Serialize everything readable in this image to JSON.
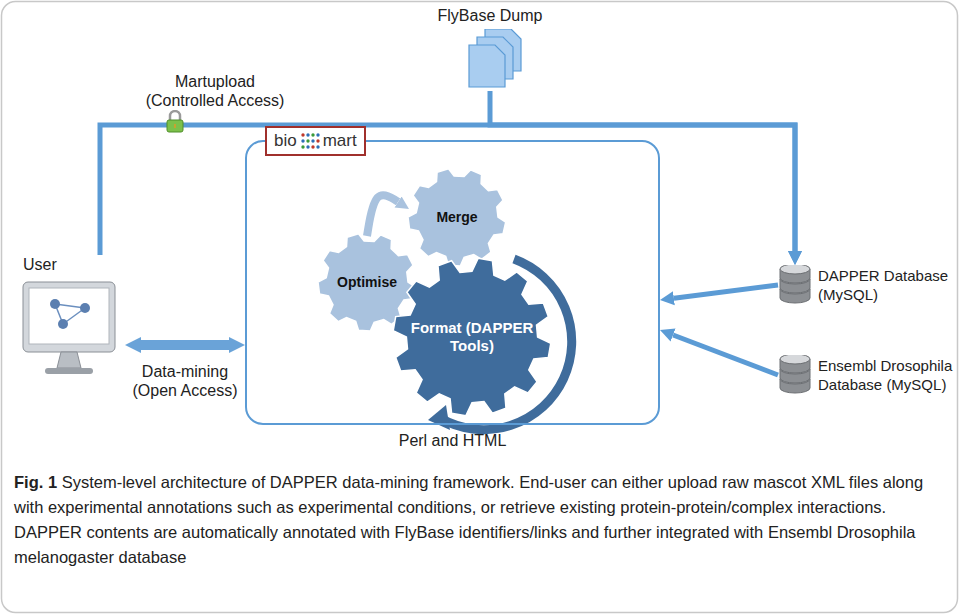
{
  "diagram": {
    "caption": "Fig. 1 System-level architecture of DAPPER data-mining framework. End-user can either upload raw mascot XML files along with experimental annotations such as experimental conditions, or retrieve existing protein-protein/complex interactions. DAPPER contents are automatically annotated with FlyBase identifiers/links and further integrated with Ensembl Drosophila melanogaster database",
    "nodes": [
      {
        "text": [
          "FlyBase Dump"
        ]
      },
      {
        "text": [
          "User"
        ]
      },
      {
        "text": [
          "Perl and HTML"
        ]
      },
      {
        "text": [
          "bio",
          "mart"
        ],
        "in": 2
      },
      {
        "text": [
          "Merge"
        ],
        "in": 2
      },
      {
        "text": [
          "Optimise"
        ],
        "in": 2
      },
      {
        "text": [
          "Format (DAPPER Tools)"
        ],
        "in": 2
      },
      {
        "text": [
          "DAPPER Database (MySQL)"
        ]
      },
      {
        "text": [
          "Ensembl Drosophila Database (MySQL)"
        ]
      }
    ],
    "edges": [
      {
        "from": 0,
        "to": 7,
        "arrow": "to"
      },
      {
        "from": 1,
        "to": 7,
        "arrow": "to",
        "label": "Martupload (Controlled Access)"
      },
      {
        "from": 1,
        "to": 2,
        "arrow": "both",
        "label": "Data-mining (Open Access)"
      },
      {
        "from": 7,
        "to": 2,
        "arrow": "to"
      },
      {
        "from": 8,
        "to": 2,
        "arrow": "to"
      },
      {
        "from": 5,
        "to": 4,
        "arrow": "to"
      }
    ]
  }
}
